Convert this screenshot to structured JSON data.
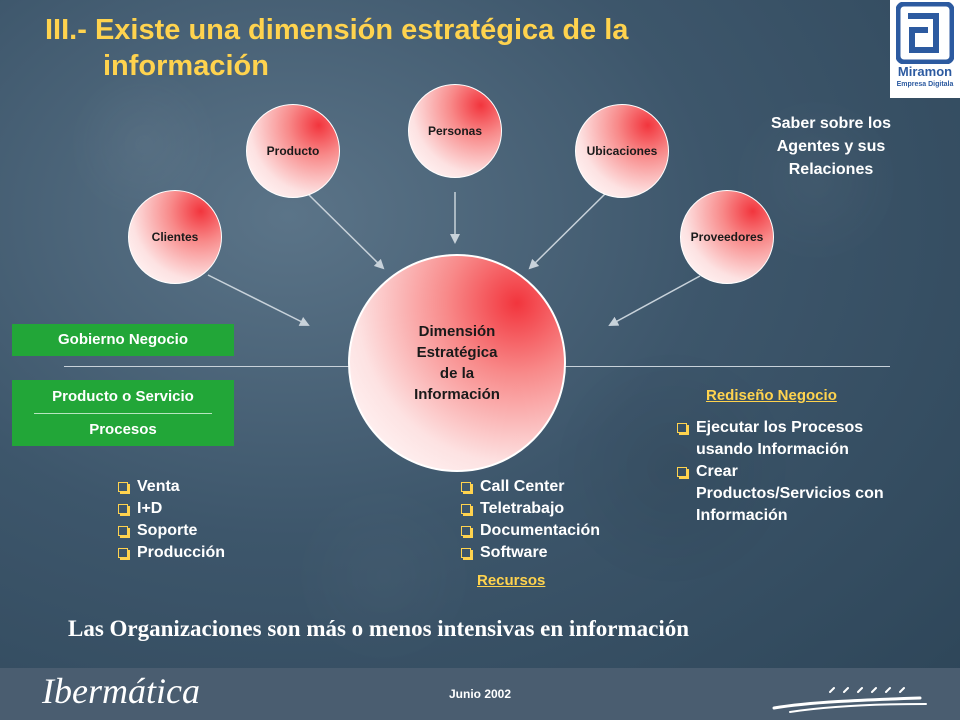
{
  "title": {
    "line1": "III.- Existe una dimensión estratégica de la",
    "line2": "información"
  },
  "logo": {
    "name": "Miramon",
    "tagline": "Empresa Digitala"
  },
  "circles": {
    "personas": "Personas",
    "producto": "Producto",
    "ubicaciones": "Ubicaciones",
    "clientes": "Clientes",
    "proveedores": "Proveedores"
  },
  "center": {
    "line1": "Dimensión",
    "line2": "Estratégica",
    "line3": "de la",
    "line4": "Información"
  },
  "saber": {
    "line1": "Saber sobre los",
    "line2": "Agentes y sus",
    "line3": "Relaciones"
  },
  "left_boxes": {
    "gobierno": "Gobierno Negocio",
    "producto_servicio": "Producto o Servicio",
    "procesos": "Procesos"
  },
  "left_bullets": [
    "Venta",
    "I+D",
    "Soporte",
    "Producción"
  ],
  "center_bullets": [
    "Call Center",
    "Teletrabajo",
    "Documentación",
    "Software"
  ],
  "recursos": "Recursos",
  "rediseno": "Rediseño Negocio",
  "right_bullets": [
    {
      "line1": "Ejecutar los Procesos",
      "line2": "usando Información"
    },
    {
      "line1": "Crear",
      "line2": "Productos/Servicios con",
      "line3": "Información"
    }
  ],
  "bottom_text": "Las Organizaciones son más o menos intensivas en información",
  "footer": {
    "brand": "Ibermática",
    "date": "Junio 2002"
  },
  "colors": {
    "accent": "#ffd34e",
    "green": "#22a638",
    "circle_red": "#f2353d",
    "background": "#3d566b"
  }
}
